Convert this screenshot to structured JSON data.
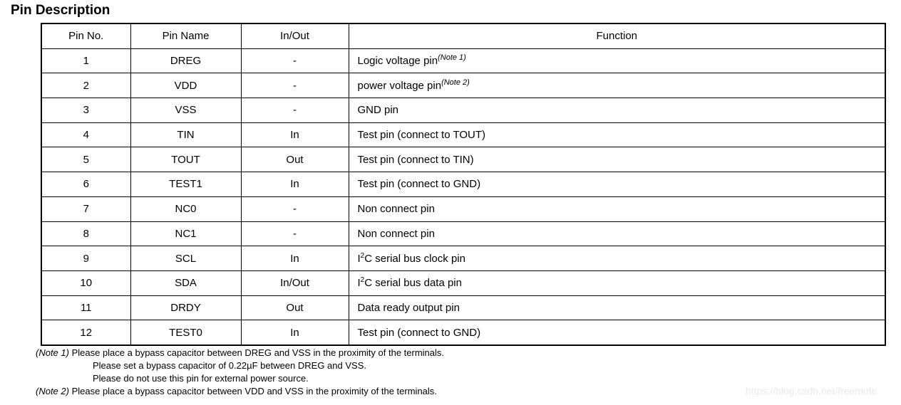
{
  "page": {
    "title": "Pin Description",
    "watermark": "https://blog.csdn.net/freemote"
  },
  "table": {
    "headers": [
      "Pin No.",
      "Pin Name",
      "In/Out",
      "Function"
    ],
    "rows": [
      {
        "pin_no": "1",
        "pin_name": "DREG",
        "in_out": "-",
        "function_segments": [
          {
            "text": "Logic voltage pin"
          },
          {
            "text": "(Note 1)",
            "sup": true,
            "italic": true
          }
        ]
      },
      {
        "pin_no": "2",
        "pin_name": "VDD",
        "in_out": "-",
        "function_segments": [
          {
            "text": "power voltage pin"
          },
          {
            "text": "(Note 2)",
            "sup": true,
            "italic": true
          }
        ]
      },
      {
        "pin_no": "3",
        "pin_name": "VSS",
        "in_out": "-",
        "function_segments": [
          {
            "text": "GND pin"
          }
        ]
      },
      {
        "pin_no": "4",
        "pin_name": "TIN",
        "in_out": "In",
        "function_segments": [
          {
            "text": "Test pin (connect to TOUT)"
          }
        ]
      },
      {
        "pin_no": "5",
        "pin_name": "TOUT",
        "in_out": "Out",
        "function_segments": [
          {
            "text": "Test pin (connect to TIN)"
          }
        ]
      },
      {
        "pin_no": "6",
        "pin_name": "TEST1",
        "in_out": "In",
        "function_segments": [
          {
            "text": "Test pin (connect to GND)"
          }
        ]
      },
      {
        "pin_no": "7",
        "pin_name": "NC0",
        "in_out": "-",
        "function_segments": [
          {
            "text": "Non connect pin"
          }
        ]
      },
      {
        "pin_no": "8",
        "pin_name": "NC1",
        "in_out": "-",
        "function_segments": [
          {
            "text": "Non connect pin"
          }
        ]
      },
      {
        "pin_no": "9",
        "pin_name": "SCL",
        "in_out": "In",
        "function_segments": [
          {
            "text": "I"
          },
          {
            "text": "2",
            "sup": true
          },
          {
            "text": "C serial bus clock pin"
          }
        ]
      },
      {
        "pin_no": "10",
        "pin_name": "SDA",
        "in_out": "In/Out",
        "function_segments": [
          {
            "text": "I"
          },
          {
            "text": "2",
            "sup": true
          },
          {
            "text": "C serial bus data pin"
          }
        ]
      },
      {
        "pin_no": "11",
        "pin_name": "DRDY",
        "in_out": "Out",
        "function_segments": [
          {
            "text": "Data ready output pin"
          }
        ]
      },
      {
        "pin_no": "12",
        "pin_name": "TEST0",
        "in_out": "In",
        "function_segments": [
          {
            "text": "Test pin (connect to GND)"
          }
        ]
      }
    ]
  },
  "notes": [
    {
      "label": "(Note 1)",
      "text": " Please place a bypass capacitor between DREG and VSS in the proximity of the terminals.",
      "indent": false
    },
    {
      "label": "",
      "text": "Please set a bypass capacitor of 0.22µF between DREG and VSS.",
      "indent": true
    },
    {
      "label": "",
      "text": "Please do not use this pin for external power source.",
      "indent": true
    },
    {
      "label": "(Note 2)",
      "text": " Please place a bypass capacitor between VDD and VSS in the proximity of the terminals.",
      "indent": false
    }
  ]
}
